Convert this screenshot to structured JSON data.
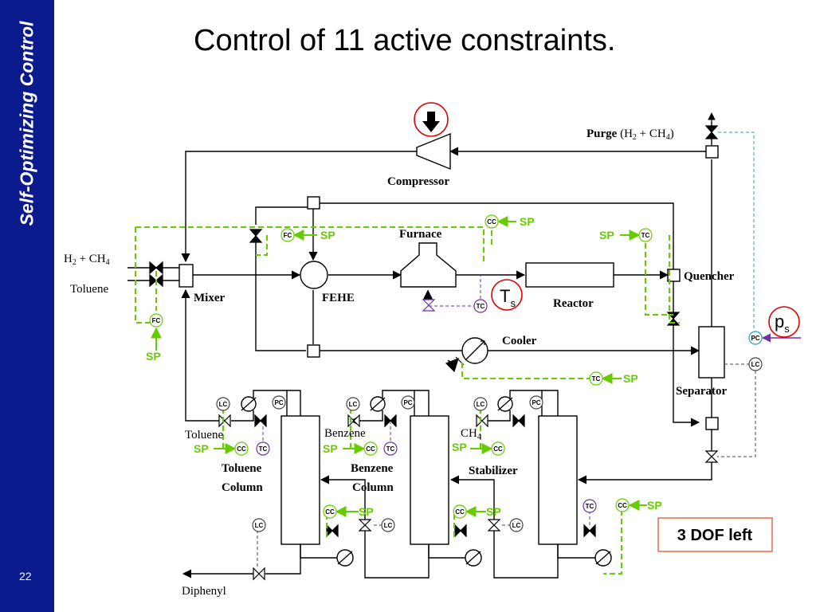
{
  "slide": {
    "sidebar_title": "Self-Optimizing Control",
    "page_number": "22",
    "title": "Control of 11 active constraints.",
    "dof_note": "3 DOF left"
  },
  "labels": {
    "compressor": "Compressor",
    "furnace": "Furnace",
    "purge_bold": "Purge",
    "purge_rest": "(H",
    "purge_plus": " + CH",
    "purge_close": ")",
    "h2": "H",
    "plus_ch4": " + CH",
    "toluene_feed": "Toluene",
    "mixer": "Mixer",
    "fehe": "FEHE",
    "reactor": "Reactor",
    "quencher": "Quencher",
    "cooler": "Cooler",
    "separator": "Separator",
    "toluene_product": "Toluene",
    "benzene_product": "Benzene",
    "ch4_product": "CH",
    "toluene_col_1": "Toluene",
    "toluene_col_2": "Column",
    "benzene_col_1": "Benzene",
    "benzene_col_2": "Column",
    "stabilizer": "Stabilizer",
    "diphenyl": "Diphenyl",
    "sub_2": "2",
    "sub_4": "4",
    "ts_main": "T",
    "ts_sub": "s",
    "ps_main": "p",
    "ps_sub": "s"
  },
  "controllers": {
    "fc": "FC",
    "cc": "CC",
    "tc": "TC",
    "pc": "PC",
    "lc": "LC",
    "sp": "SP"
  },
  "colors": {
    "sidebar": "#0b1a8c",
    "control_green": "#66cc00",
    "control_purple": "#7030a0",
    "highlight_red": "#e00000",
    "purge_line_teal": "#20a0c0"
  }
}
